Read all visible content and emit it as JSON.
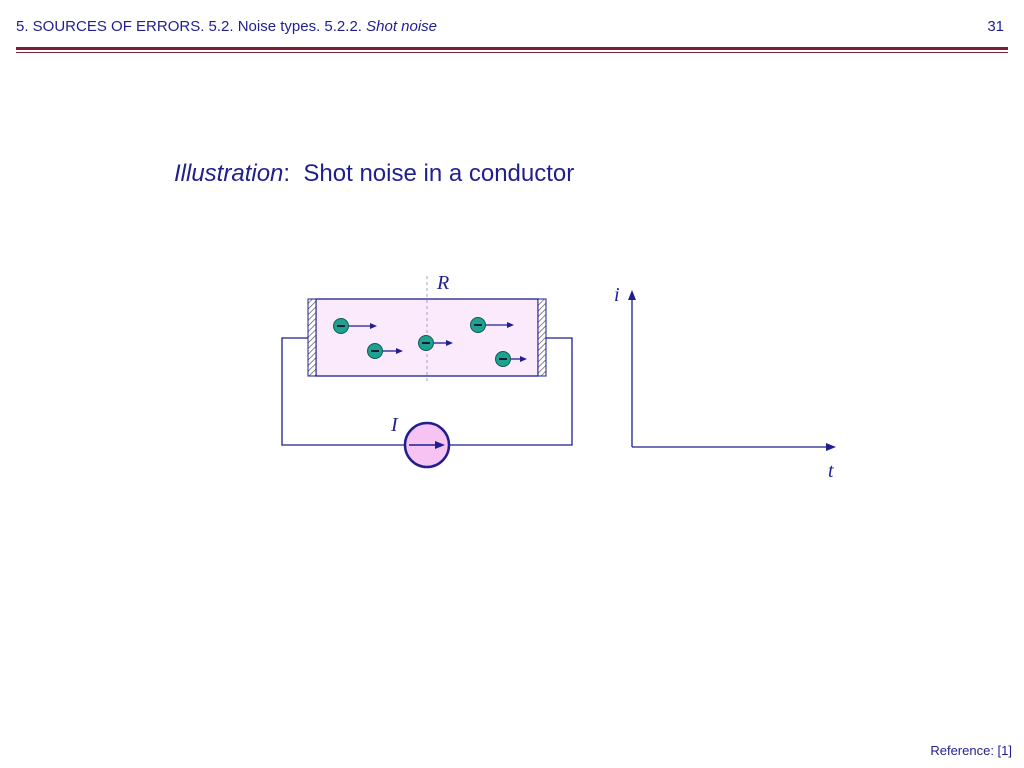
{
  "header": {
    "title_prefix": "5. SOURCES OF ERRORS. 5.2. Noise types. 5.2.2. ",
    "title_emphasis": "Shot noise",
    "page_number": "31"
  },
  "heading": {
    "label": "Illustration",
    "separator": ":",
    "text": "Shot noise in a conductor"
  },
  "diagram": {
    "resistor_label": "R",
    "source_label": "I",
    "current_axis_label": "i",
    "time_axis_label": "t",
    "electron_charge_symbol": "−",
    "colors": {
      "line": "#1f1f8f",
      "resistor_fill": "#fbeafb",
      "source_fill": "#f7c3f3",
      "electron_fill": "#20a090",
      "header_rule": "#7a1f3a"
    }
  },
  "footer": {
    "reference": "Reference: [1]"
  }
}
